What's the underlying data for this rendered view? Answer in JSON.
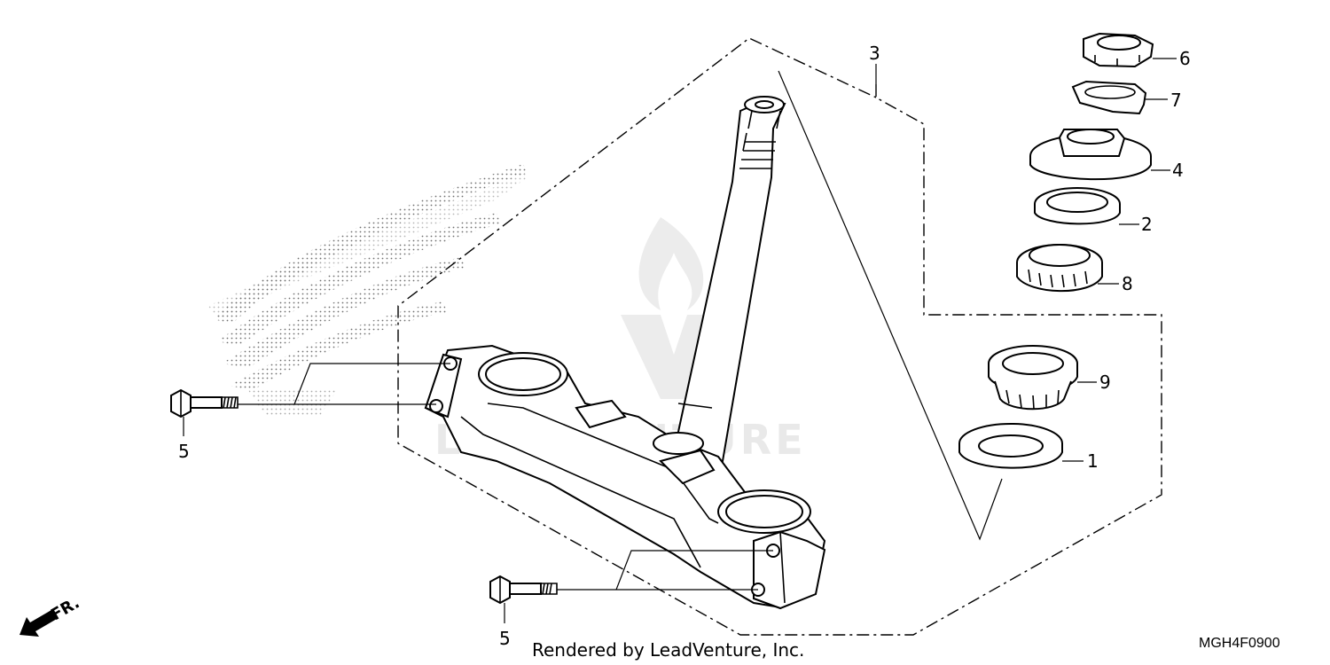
{
  "callouts": {
    "c1": "1",
    "c2": "2",
    "c3": "3",
    "c4": "4",
    "c5a": "5",
    "c5b": "5",
    "c6": "6",
    "c7": "7",
    "c8": "8",
    "c9": "9"
  },
  "footer": {
    "rendered_by": "Rendered by LeadVenture, Inc.",
    "diagram_code": "MGH4F0900"
  },
  "front_marker": {
    "label": "FR."
  },
  "watermark": {
    "text": "LEADVENTURE",
    "logo_icon": "leadventure-flame-v-logo"
  },
  "background_logo": {
    "icon": "honda-wing-logo-dotted"
  },
  "colors": {
    "line": "#000000",
    "watermark": "#e9e9e9",
    "background": "#ffffff"
  }
}
